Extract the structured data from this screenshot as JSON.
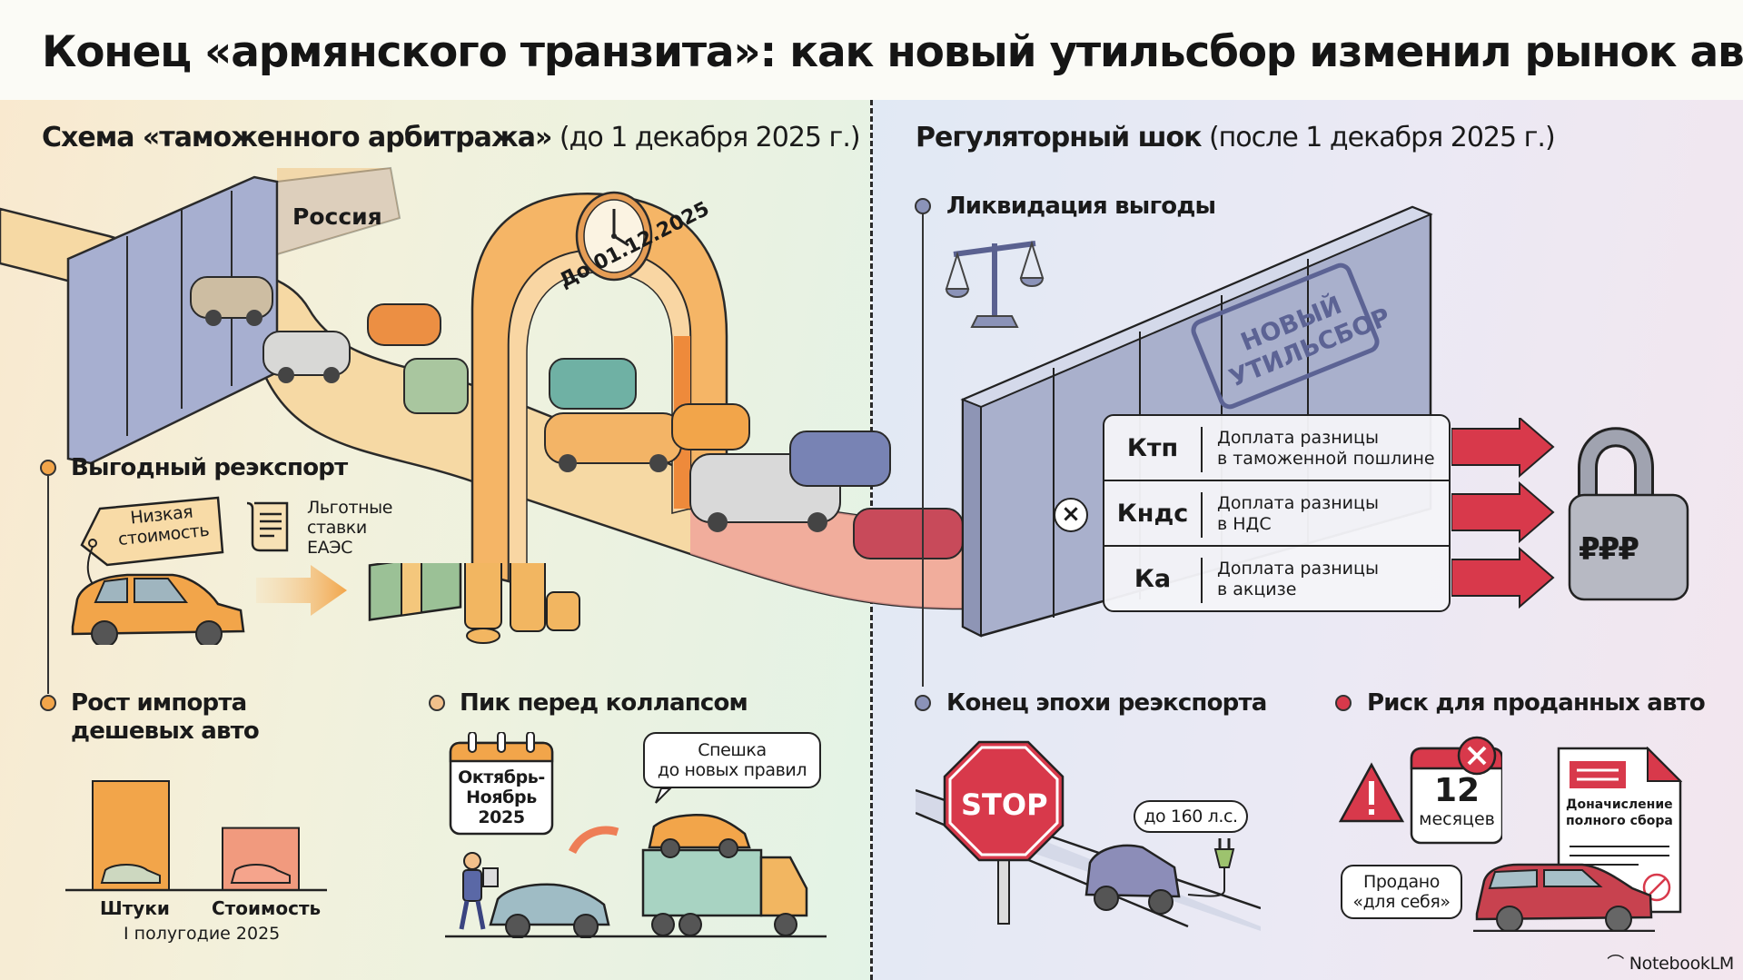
{
  "title": "Конец «армянского транзита»: как новый утильсбор изменил рынок авто",
  "left": {
    "header_bold": "Схема «таможенного арбитража»",
    "header_sub": " (до 1 декабря 2025 г.)",
    "road_label": "Россия",
    "arch_label": "До 01.12.2025",
    "reexport": {
      "title": "Выгодный реэкспорт",
      "tag": [
        "Низкая",
        "стоимость"
      ],
      "scroll": [
        "Льготные",
        "ставки",
        "ЕАЭС"
      ]
    },
    "import_growth": {
      "title": [
        "Рост импорта",
        "дешевых авто"
      ],
      "period": "I полугодие 2025"
    },
    "peak": {
      "title": "Пик перед коллапсом",
      "calendar": [
        "Октябрь-",
        "Ноябрь",
        "2025"
      ],
      "bubble": [
        "Спешка",
        "до новых правил"
      ]
    }
  },
  "chart_data": {
    "type": "bar",
    "title": "Рост импорта дешевых авто",
    "categories": [
      "Штуки",
      "Стоимость"
    ],
    "values": [
      100,
      57
    ],
    "xlabel": "I полугодие 2025",
    "ylabel": "",
    "ylim": [
      0,
      100
    ],
    "grid": false,
    "colors": [
      "#f2a54a",
      "#f19a7e"
    ]
  },
  "right": {
    "header_bold": "Регуляторный шок",
    "header_sub": " (после 1 декабря 2025 г.)",
    "liquidation": {
      "title": "Ликвидация выгоды"
    },
    "stamp": [
      "НОВЫЙ",
      "УТИЛЬСБОР"
    ],
    "multiply_symbol": "×",
    "fees": [
      {
        "code": "Ктп",
        "desc": [
          "Доплата разницы",
          "в таможенной пошлине"
        ]
      },
      {
        "code": "Кндс",
        "desc": [
          "Доплата разницы",
          "в НДС"
        ]
      },
      {
        "code": "Ка",
        "desc": [
          "Доплата разницы",
          "в акцизе"
        ]
      }
    ],
    "lock_label": "₽₽₽",
    "end_era": {
      "title": "Конец эпохи реэкспорта",
      "stop": "STOP",
      "bubble": "до 160 л.с."
    },
    "risk": {
      "title": "Риск для проданных авто",
      "months_num": "12",
      "months_word": "месяцев",
      "doc": [
        "Доначисление",
        "полного сбора"
      ],
      "bubble": [
        "Продано",
        "«для себя»"
      ]
    }
  },
  "logo": "NotebookLM",
  "colors": {
    "orange": "#f2a54a",
    "salmon": "#f19a7e",
    "slate": "#8b93b8",
    "red": "#d8394b",
    "wall": "#a9b0cc"
  }
}
